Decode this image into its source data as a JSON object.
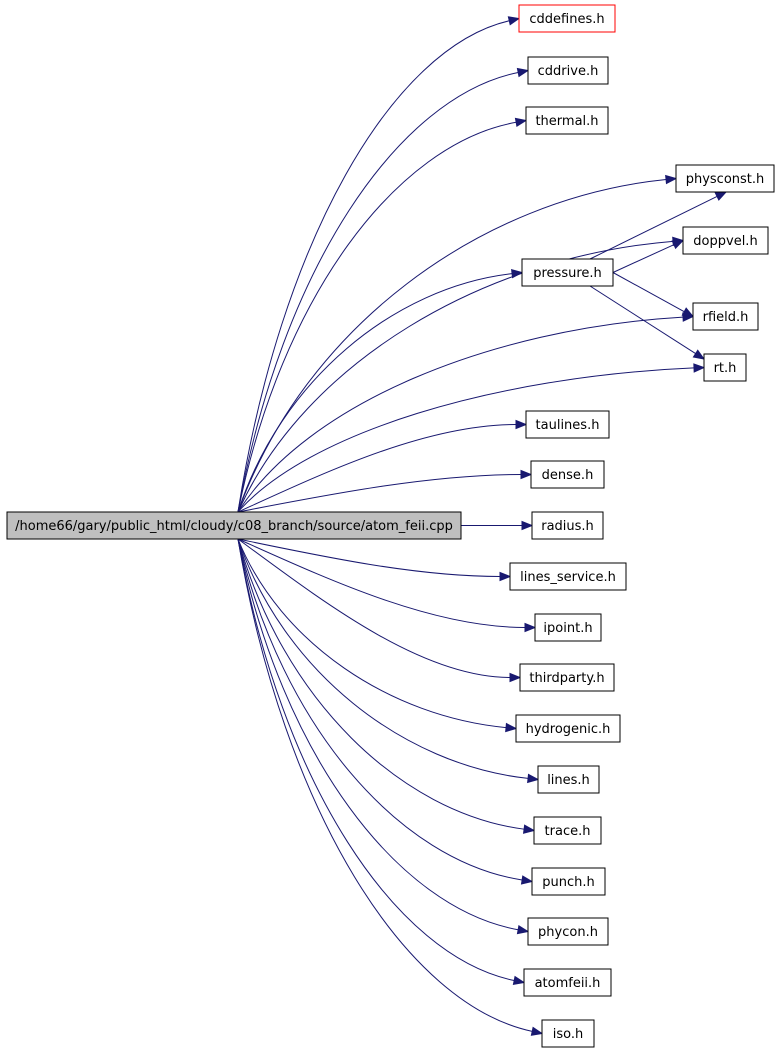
{
  "graph": {
    "root": "/home66/gary/public_html/cloudy/c08_branch/source/atom_feii.cpp",
    "colors": {
      "edge": "#191970",
      "root_fill": "#bfbfbf",
      "highlight_border": "#ff0000"
    },
    "nodes": [
      {
        "id": "cddefines",
        "label": "cddefines.h",
        "highlight": true
      },
      {
        "id": "cddrive",
        "label": "cddrive.h"
      },
      {
        "id": "thermal",
        "label": "thermal.h"
      },
      {
        "id": "physconst",
        "label": "physconst.h"
      },
      {
        "id": "doppvel",
        "label": "doppvel.h"
      },
      {
        "id": "pressure",
        "label": "pressure.h"
      },
      {
        "id": "rfield",
        "label": "rfield.h"
      },
      {
        "id": "rt",
        "label": "rt.h"
      },
      {
        "id": "taulines",
        "label": "taulines.h"
      },
      {
        "id": "dense",
        "label": "dense.h"
      },
      {
        "id": "radius",
        "label": "radius.h"
      },
      {
        "id": "lines_service",
        "label": "lines_service.h"
      },
      {
        "id": "ipoint",
        "label": "ipoint.h"
      },
      {
        "id": "thirdparty",
        "label": "thirdparty.h"
      },
      {
        "id": "hydrogenic",
        "label": "hydrogenic.h"
      },
      {
        "id": "lines",
        "label": "lines.h"
      },
      {
        "id": "trace",
        "label": "trace.h"
      },
      {
        "id": "punch",
        "label": "punch.h"
      },
      {
        "id": "phycon",
        "label": "phycon.h"
      },
      {
        "id": "atomfeii",
        "label": "atomfeii.h"
      },
      {
        "id": "iso",
        "label": "iso.h"
      }
    ],
    "edges": [
      [
        "root",
        "cddefines"
      ],
      [
        "root",
        "cddrive"
      ],
      [
        "root",
        "thermal"
      ],
      [
        "root",
        "physconst"
      ],
      [
        "root",
        "doppvel"
      ],
      [
        "root",
        "pressure"
      ],
      [
        "root",
        "rfield"
      ],
      [
        "root",
        "rt"
      ],
      [
        "root",
        "taulines"
      ],
      [
        "root",
        "dense"
      ],
      [
        "root",
        "radius"
      ],
      [
        "root",
        "lines_service"
      ],
      [
        "root",
        "ipoint"
      ],
      [
        "root",
        "thirdparty"
      ],
      [
        "root",
        "hydrogenic"
      ],
      [
        "root",
        "lines"
      ],
      [
        "root",
        "trace"
      ],
      [
        "root",
        "punch"
      ],
      [
        "root",
        "phycon"
      ],
      [
        "root",
        "atomfeii"
      ],
      [
        "root",
        "iso"
      ],
      [
        "pressure",
        "physconst"
      ],
      [
        "pressure",
        "doppvel"
      ],
      [
        "pressure",
        "rfield"
      ],
      [
        "pressure",
        "rt"
      ]
    ]
  }
}
